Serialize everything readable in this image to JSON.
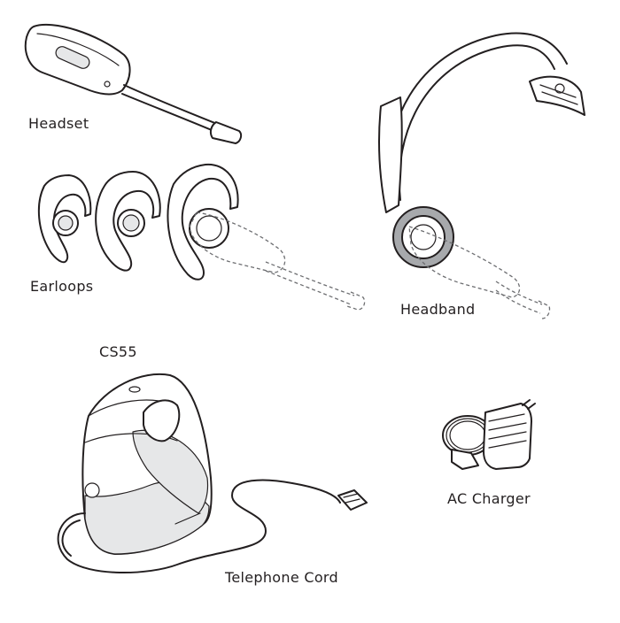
{
  "labels": {
    "headset": "Headset",
    "earloops": "Earloops",
    "headband": "Headband",
    "cs55": "CS55",
    "ac_charger": "AC Charger",
    "telephone_cord": "Telephone Cord"
  },
  "colors": {
    "line": "#231f20",
    "fill_white": "#ffffff",
    "fill_gray": "#e6e7e8",
    "fill_dark_gray": "#a7a9ac",
    "dashed": "#6d6e71"
  }
}
